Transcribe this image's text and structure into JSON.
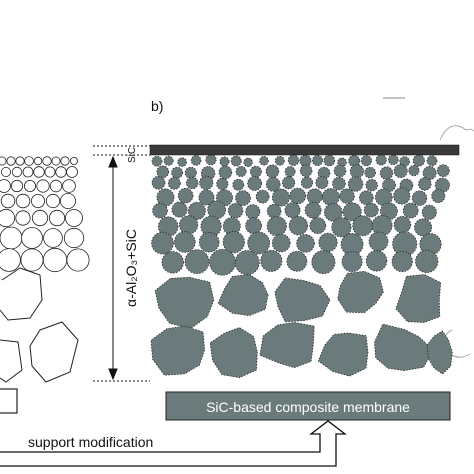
{
  "panel_b_label": "b)",
  "layer_labels": {
    "top_layer": "SiC",
    "support_layer": "α-Al₂O₃+SiC"
  },
  "caption_box": "SiC-based composite membrane",
  "process_arrow_label": "support modification",
  "colors": {
    "particle_fill": "#6b7a7a",
    "particle_stroke": "#2a2a2a",
    "top_layer_fill": "#3a3a3a",
    "caption_bg": "#6b7a7a",
    "caption_text": "#ffffff",
    "line": "#111111"
  }
}
